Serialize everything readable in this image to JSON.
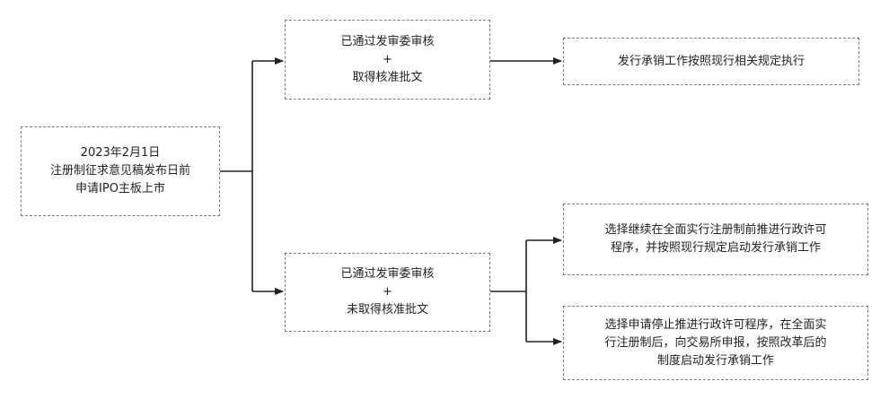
{
  "nodes": {
    "start": {
      "lines": [
        "2023年2月1日",
        "注册制征求意见稿发布日前",
        "申请IPO主板上市"
      ]
    },
    "passed": {
      "lines": [
        "已通过发审委审核",
        "+",
        "取得核准批文"
      ]
    },
    "passed_result": {
      "lines": [
        "发行承销工作按照现行相关规定执行"
      ]
    },
    "not_approved": {
      "lines": [
        "已通过发审委审核",
        "+",
        "未取得核准批文"
      ]
    },
    "option_continue": {
      "lines": [
        "选择继续在全面实行注册制前推进行政许可",
        "程序，并按照现行规定启动发行承销工作"
      ]
    },
    "option_stop": {
      "lines": [
        "选择申请停止推进行政许可程序，在全面实",
        "行注册制后，向交易所申报，按照改革后的",
        "制度启动发行承销工作"
      ]
    }
  },
  "colors": {
    "connector": "#222222",
    "node_border": "#7a7a7a"
  }
}
